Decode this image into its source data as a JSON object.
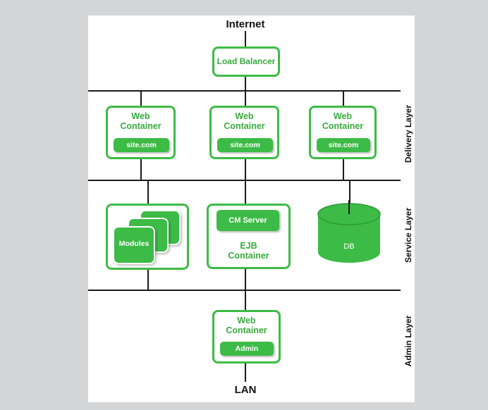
{
  "colors": {
    "accent": "#3dbb47",
    "accent_text": "#3aaa40",
    "line": "#1a1a1a",
    "page_bg": "#d4d5d7"
  },
  "labels": {
    "top": "Internet",
    "bottom": "LAN"
  },
  "load_balancer": {
    "label": "Load Balancer"
  },
  "delivery": {
    "containers": [
      {
        "title_line1": "Web",
        "title_line2": "Container",
        "app": "site.com"
      },
      {
        "title_line1": "Web",
        "title_line2": "Container",
        "app": "site.com"
      },
      {
        "title_line1": "Web",
        "title_line2": "Container",
        "app": "site.com"
      }
    ]
  },
  "service": {
    "modules_label": "Modules",
    "cm_server": "CM Server",
    "ejb_line1": "EJB",
    "ejb_line2": "Container",
    "db_label": "DB"
  },
  "admin": {
    "title_line1": "Web",
    "title_line2": "Container",
    "app": "Admin"
  },
  "layers": {
    "delivery": "Delivery Layer",
    "service": "Service Layer",
    "admin": "Admin Layer"
  }
}
